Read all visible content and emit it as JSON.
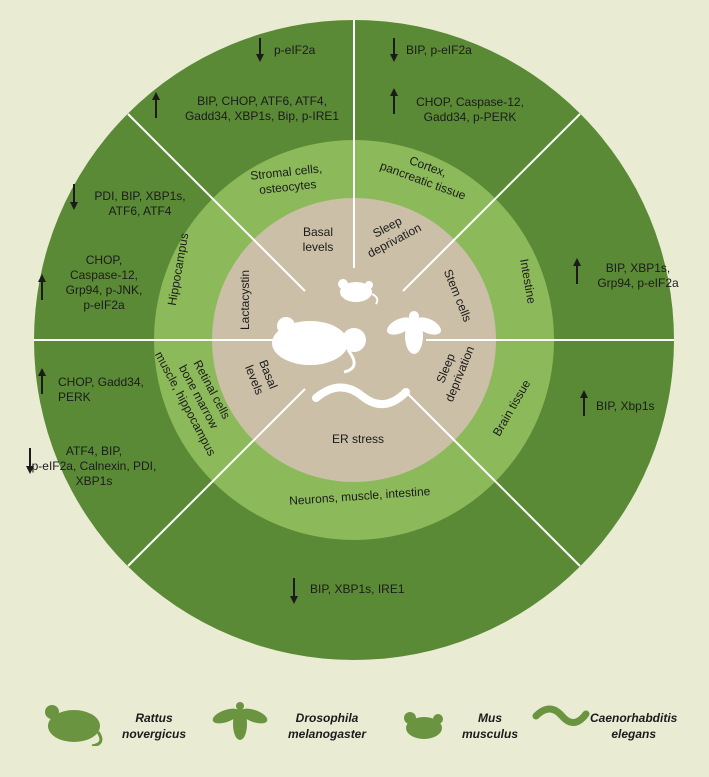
{
  "colors": {
    "background": "#e9ecd3",
    "outer_ring": "#5a8a35",
    "middle_ring": "#8cba5a",
    "inner_ring": "#cbbfa7",
    "center": "#e9ecd3",
    "divider": "#ffffff",
    "silhouette": "#ffffff",
    "legend_icon": "#6a9440"
  },
  "center_icons": [
    "mouse-icon",
    "rat-icon",
    "fly-icon",
    "worm-icon"
  ],
  "inner_labels": {
    "basal_levels_top": "Basal levels",
    "sleep_deprivation_top": "Sleep deprivation",
    "stem_cells": "Stem cells",
    "sleep_deprivation_bottom": "Sleep deprivation",
    "er_stress": "ER stress",
    "basal_levels_left": "Basal levels",
    "lactacystin": "Lactacystin"
  },
  "middle_labels": {
    "stromal": [
      "Stromal cells,",
      "osteocytes"
    ],
    "cortex": [
      "Cortex,",
      "pancreatic tissue"
    ],
    "intestine": "Intestine",
    "brain": "Brain tissue",
    "neurons": "Neurons, muscle, intestine",
    "retinal": [
      "Retinal cells",
      "bone marrow",
      "muscle, hippocampus"
    ],
    "hippocampus": "Hippocampus"
  },
  "outer_markers": {
    "top_left_down": {
      "arrow": "down",
      "lines": [
        "p-eIF2a"
      ]
    },
    "top_left_up": {
      "arrow": "up",
      "lines": [
        "BIP, CHOP, ATF6, ATF4,",
        "Gadd34, XBP1s, Bip, p-IRE1"
      ]
    },
    "top_right_down": {
      "arrow": "down",
      "lines": [
        "BIP, p-eIF2a"
      ]
    },
    "top_right_up": {
      "arrow": "up",
      "lines": [
        "CHOP, Caspase-12,",
        "Gadd34, p-PERK"
      ]
    },
    "right_intestine": {
      "arrow": "up",
      "lines": [
        "BIP, XBP1s,",
        "Grp94, p-eIF2a"
      ]
    },
    "right_brain": {
      "arrow": "up",
      "lines": [
        "BIP, Xbp1s"
      ]
    },
    "bottom": {
      "arrow": "down",
      "lines": [
        "BIP, XBP1s, IRE1"
      ]
    },
    "left_up": {
      "arrow": "up",
      "lines": [
        "CHOP, Gadd34,",
        "PERK"
      ]
    },
    "left_down": {
      "arrow": "down",
      "lines": [
        "ATF4, BIP,",
        "p-eIF2a, Calnexin, PDI,",
        "XBP1s"
      ]
    },
    "hippo_down": {
      "arrow": "down",
      "lines": [
        "PDI, BIP, XBP1s,",
        "ATF6, ATF4"
      ]
    },
    "hippo_up": {
      "arrow": "up",
      "lines": [
        "CHOP,",
        "Caspase-12,",
        "Grp94, p-JNK,",
        "p-eIF2a"
      ]
    }
  },
  "legend": [
    {
      "icon": "rat-icon",
      "label": [
        "Rattus",
        "novergicus"
      ]
    },
    {
      "icon": "fly-icon",
      "label": [
        "Drosophila",
        "melanogaster"
      ]
    },
    {
      "icon": "mouse-icon",
      "label": [
        "Mus",
        "musculus"
      ]
    },
    {
      "icon": "worm-icon",
      "label": [
        "Caenorhabditis",
        "elegans"
      ]
    }
  ]
}
